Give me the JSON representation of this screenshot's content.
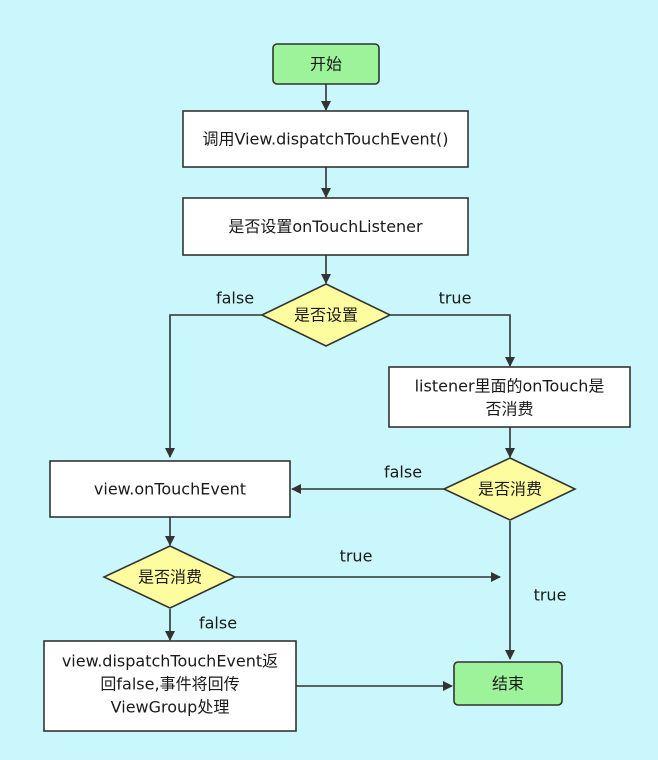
{
  "nodes": {
    "start": "开始",
    "call_dispatch": "调用View.dispatchTouchEvent()",
    "check_listener": "是否设置onTouchListener",
    "is_set": "是否设置",
    "listener_ontouch": [
      "listener里面的onTouch是",
      "否消费"
    ],
    "consumed_listener": "是否消费",
    "view_ontouchevent": "view.onTouchEvent",
    "consumed_view": "是否消费",
    "return_false": [
      "view.dispatchTouchEvent返",
      "回false,事件将回传",
      "ViewGroup处理"
    ],
    "end": "结束"
  },
  "edge_labels": {
    "set_false": "false",
    "set_true": "true",
    "listener_false": "false",
    "listener_true": "true",
    "view_true": "true",
    "view_false": "false"
  },
  "colors": {
    "background": "#c9f7fb",
    "terminal_fill": "#9cf39a",
    "decision_fill": "#fdfc9e",
    "process_fill": "#ffffff",
    "stroke": "#333333"
  }
}
